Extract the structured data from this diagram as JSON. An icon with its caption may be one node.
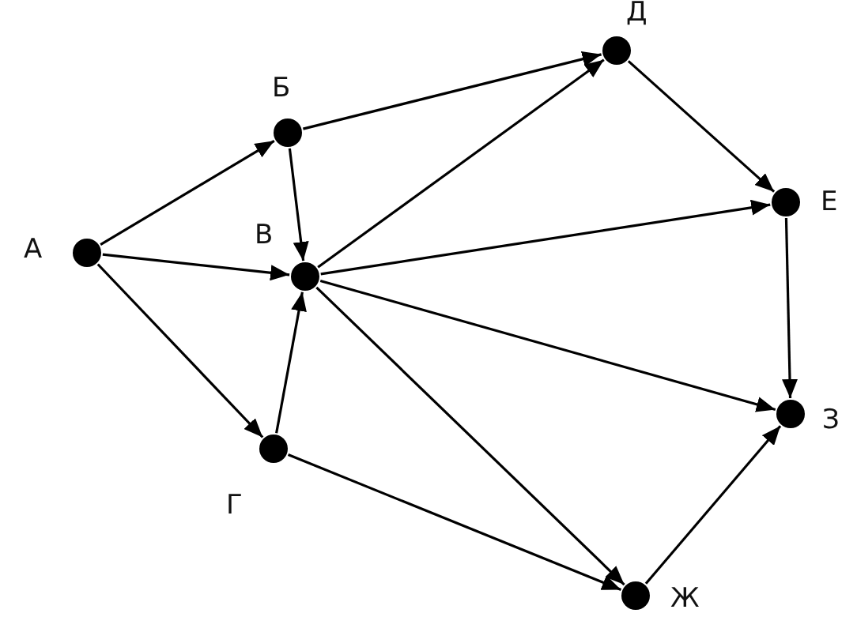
{
  "diagram": {
    "nodes": [
      {
        "text": [],
        "shape": "circle",
        "beside": [
          "А"
        ]
      },
      {
        "text": [],
        "shape": "circle",
        "beside": [
          "Б"
        ]
      },
      {
        "text": [],
        "shape": "circle",
        "beside": [
          "В"
        ]
      },
      {
        "text": [],
        "shape": "circle",
        "beside": [
          "Д"
        ]
      },
      {
        "text": [],
        "shape": "circle",
        "beside": [
          "Е"
        ]
      },
      {
        "text": [],
        "shape": "circle",
        "beside": [
          "Г"
        ]
      },
      {
        "text": [],
        "shape": "circle",
        "beside": [
          "З"
        ]
      },
      {
        "text": [],
        "shape": "circle",
        "beside": [
          "Ж"
        ]
      }
    ],
    "edges": [
      {
        "from": 0,
        "to": 1,
        "arrow": "to"
      },
      {
        "from": 0,
        "to": 2,
        "arrow": "to"
      },
      {
        "from": 0,
        "to": 5,
        "arrow": "to"
      },
      {
        "from": 1,
        "to": 3,
        "arrow": "to"
      },
      {
        "from": 1,
        "to": 2,
        "arrow": "to"
      },
      {
        "from": 5,
        "to": 2,
        "arrow": "to"
      },
      {
        "from": 5,
        "to": 7,
        "arrow": "to"
      },
      {
        "from": 2,
        "to": 3,
        "arrow": "to"
      },
      {
        "from": 2,
        "to": 4,
        "arrow": "to"
      },
      {
        "from": 2,
        "to": 6,
        "arrow": "to"
      },
      {
        "from": 2,
        "to": 7,
        "arrow": "to"
      },
      {
        "from": 3,
        "to": 4,
        "arrow": "to"
      },
      {
        "from": 4,
        "to": 6,
        "arrow": "to"
      },
      {
        "from": 7,
        "to": 6,
        "arrow": "to"
      }
    ]
  }
}
